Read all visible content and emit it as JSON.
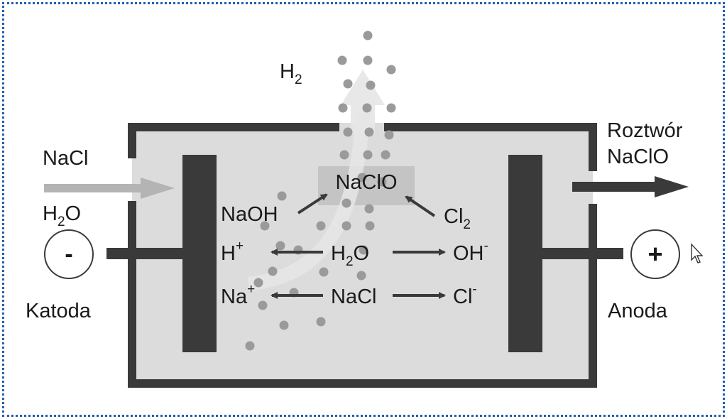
{
  "colors": {
    "tank_fill": "#dcdcdc",
    "tank_wall": "#3a3a3a",
    "electrode": "#3a3a3a",
    "bubble": "#9a9a9a",
    "inflow_arrow": "#b4b4b4",
    "outflow_arrow": "#3a3a3a",
    "frame": "#1f5fa8"
  },
  "labels": {
    "h2_gas": "H",
    "h2_gas_sub": "2",
    "nacl_in": "NaCl",
    "h2o_in": "H",
    "h2o_in_sub": "2",
    "h2o_in_tail": "O",
    "cathode_sign": "-",
    "cathode": "Katoda",
    "anode_sign": "+",
    "anode": "Anoda",
    "out_line1": "Roztwór",
    "out_line2": "NaClO",
    "naclo_center": "NaClO",
    "naoh": "NaOH",
    "cl2": "Cl",
    "cl2_sub": "2",
    "h_plus": "H",
    "h_plus_sup": "+",
    "h2o_center": "H",
    "h2o_center_sub": "2",
    "h2o_center_tail": "O",
    "oh_minus": "OH",
    "oh_minus_sup": "-",
    "na_plus": "Na",
    "na_plus_sup": "+",
    "nacl_center": "NaCl",
    "cl_minus": "Cl",
    "cl_minus_sup": "-"
  }
}
